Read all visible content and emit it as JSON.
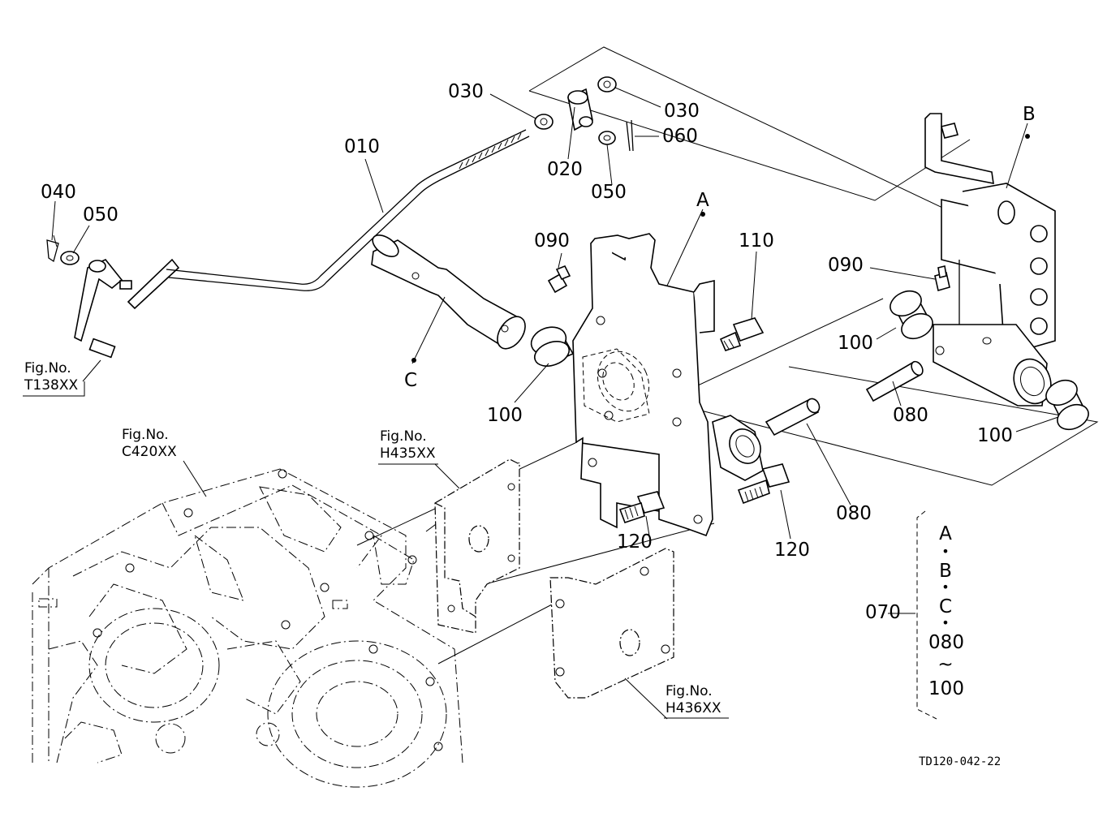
{
  "parts": {
    "p010": "010",
    "p020": "020",
    "p030a": "030",
    "p030b": "030",
    "p040": "040",
    "p050a": "050",
    "p050b": "050",
    "p060": "060",
    "p070": "070",
    "p080a": "080",
    "p080b": "080",
    "p090a": "090",
    "p090b": "090",
    "p100a": "100",
    "p100b": "100",
    "p100c": "100",
    "p110": "110",
    "p120a": "120",
    "p120b": "120"
  },
  "assemblies": {
    "A": "A",
    "B": "B",
    "C": "C"
  },
  "figure_refs": {
    "t138": {
      "line1": "Fig.No.",
      "line2": "T138XX"
    },
    "c420": {
      "line1": "Fig.No.",
      "line2": "C420XX"
    },
    "h435": {
      "line1": "Fig.No.",
      "line2": "H435XX"
    },
    "h436": {
      "line1": "Fig.No.",
      "line2": "H436XX"
    }
  },
  "set_legend": {
    "label": "070",
    "items": [
      "A",
      "B",
      "C",
      "080",
      "100"
    ],
    "separator": "•",
    "range_mark": "~"
  },
  "drawing_id": "TD120-042-22"
}
